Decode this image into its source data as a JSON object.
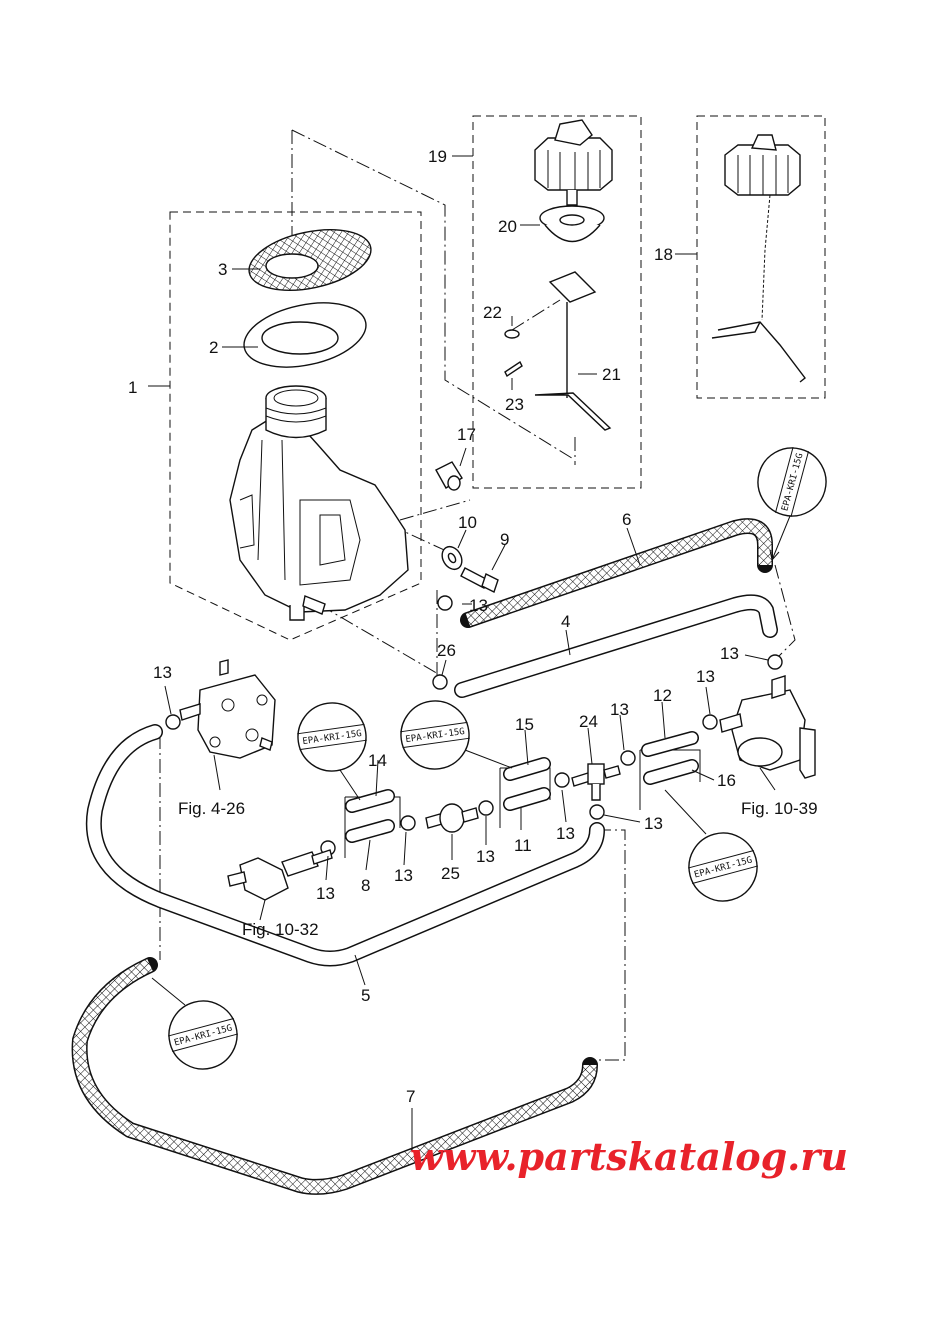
{
  "parts": [
    {
      "id": "p1",
      "label": "1"
    },
    {
      "id": "p2",
      "label": "2"
    },
    {
      "id": "p3",
      "label": "3"
    },
    {
      "id": "p4",
      "label": "4"
    },
    {
      "id": "p5",
      "label": "5"
    },
    {
      "id": "p6",
      "label": "6"
    },
    {
      "id": "p7",
      "label": "7"
    },
    {
      "id": "p8",
      "label": "8"
    },
    {
      "id": "p9",
      "label": "9"
    },
    {
      "id": "p10",
      "label": "10"
    },
    {
      "id": "p11",
      "label": "11"
    },
    {
      "id": "p12",
      "label": "12"
    },
    {
      "id": "p13",
      "label": "13"
    },
    {
      "id": "p14",
      "label": "14"
    },
    {
      "id": "p15",
      "label": "15"
    },
    {
      "id": "p16",
      "label": "16"
    },
    {
      "id": "p17",
      "label": "17"
    },
    {
      "id": "p18",
      "label": "18"
    },
    {
      "id": "p19",
      "label": "19"
    },
    {
      "id": "p20",
      "label": "20"
    },
    {
      "id": "p21",
      "label": "21"
    },
    {
      "id": "p22",
      "label": "22"
    },
    {
      "id": "p23",
      "label": "23"
    },
    {
      "id": "p24",
      "label": "24"
    },
    {
      "id": "p25",
      "label": "25"
    },
    {
      "id": "p26",
      "label": "26"
    }
  ],
  "figure_refs": {
    "fig_4_26": "Fig. 4-26",
    "fig_10_39": "Fig. 10-39",
    "fig_10_32": "Fig. 10-32"
  },
  "stamp_text": "EPA-KRI-15G",
  "watermark": "www.partskatalog.ru",
  "colors": {
    "watermark": "#e8222a",
    "line": "#111111"
  }
}
